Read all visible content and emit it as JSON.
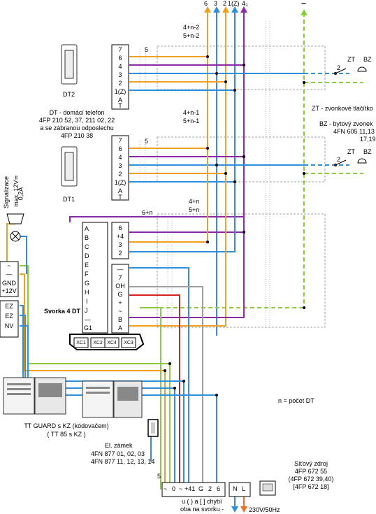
{
  "top_terminals": [
    "6",
    "3",
    "2",
    "1(Z)",
    "4₃"
  ],
  "ac_symbol": "~",
  "bus_labels": {
    "n2_a": "4+n-2",
    "n2_b": "5+n-2",
    "n1_a": "4+n-1",
    "n1_b": "5+n-1",
    "n0_a": "4+n",
    "n0_b": "5+n",
    "six_n": "6+n",
    "five_dt2": "5",
    "five_dt1": "5",
    "five_bottom": "5"
  },
  "terminal_block": [
    "7",
    "6",
    "4",
    "3",
    "2",
    "1(Z)",
    "A",
    "T"
  ],
  "dt2": {
    "name": "DT2"
  },
  "dt1": {
    "name": "DT1"
  },
  "dt_description": [
    "DT - domácí telefon",
    "4FP 210 52, 37, 211 02, 22",
    "a se zábranou odposlechu",
    "4FP 210 38"
  ],
  "zt_label": "ZT",
  "bz_label": "BZ",
  "zt_num": "2",
  "zt_desc": "ZT - zvonkové tlačítko",
  "bz_desc": [
    "BZ - bytový zvonek",
    "4FN 605 11,13",
    "17,19"
  ],
  "signal": {
    "title": "Signalizace",
    "spec": [
      "max. 12V≃",
      "0,2A"
    ]
  },
  "left_block": [
    "~",
    "—",
    "GND",
    "+12V",
    "EZ",
    "EZ",
    "NV"
  ],
  "mid_block_letters": [
    "A",
    "B",
    "C",
    "D",
    "E",
    "F",
    "G",
    "H",
    "I",
    "J",
    "—",
    "G1"
  ],
  "svorka": "Svorka 4 DT",
  "right_block_top": [
    "6",
    "+4",
    "3",
    "2"
  ],
  "right_block_bottom": [
    "—",
    "7",
    "OH",
    "G",
    "+",
    "~",
    "B",
    "A"
  ],
  "connectors": [
    "XC1",
    "XC2",
    "XC4",
    "XC3"
  ],
  "tt_guard": [
    "TT GUARD s KZ (kódovačem)",
    "( TT 85 s KZ )"
  ],
  "lock": [
    "El. zámek",
    "4FN 877 01, 02, 03",
    "4FN 877 11, 12, 13, 14"
  ],
  "n_note": "n = počet DT",
  "psu_terms": [
    "~",
    "0",
    "~",
    "+41",
    "G",
    "2",
    "6"
  ],
  "psu_note": [
    "u ( ) a [ ] chybí",
    "oba na svorku -"
  ],
  "mains_terms": [
    "N",
    "L"
  ],
  "mains": "230V/50Hz",
  "psu_title": [
    "Síťový zdroj",
    "4FP 672 55",
    "(4FP 672 39,40)",
    "[4FP 672 18]"
  ],
  "colors": {
    "orange": "#f0a020",
    "blue": "#2f8fd8",
    "purple": "#8a2aa8",
    "green": "#8ccc3c",
    "red": "#d82020",
    "grey": "#a0a0a0"
  }
}
